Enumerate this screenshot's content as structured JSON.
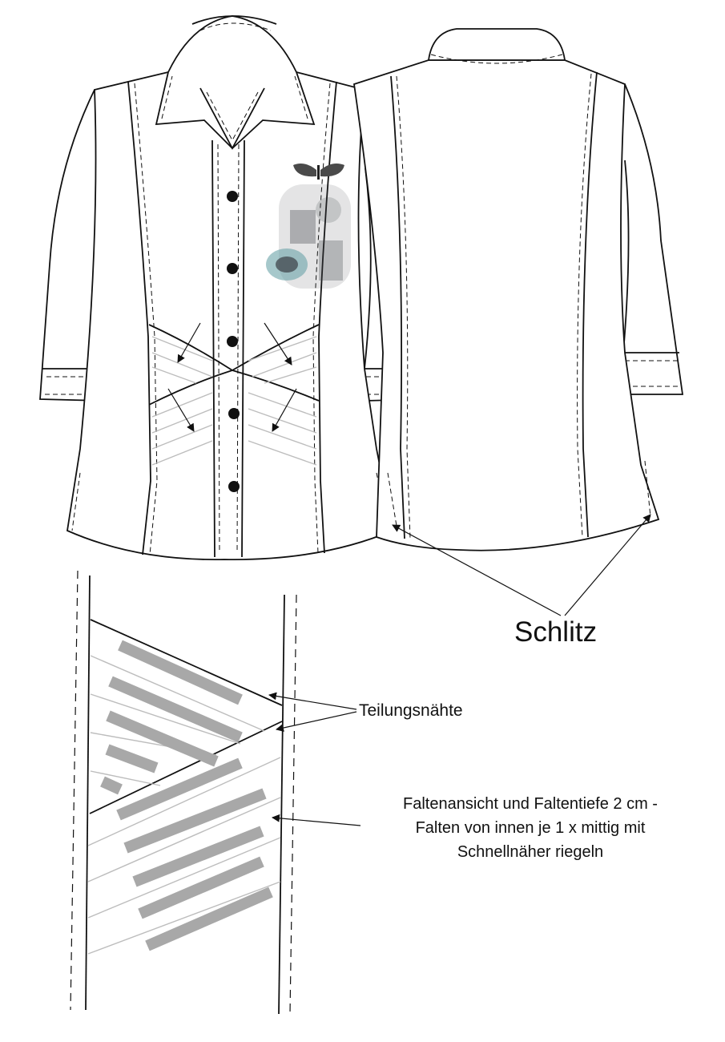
{
  "labels": {
    "slit": "Schlitz",
    "seams": "Teilungsnähte",
    "pleat_note": [
      "Faltenansicht und Faltentiefe 2 cm -",
      "Falten von innen je 1 x mittig mit",
      "Schnellnäher riegeln"
    ]
  },
  "front": {
    "buttons": 5
  },
  "colors": {
    "line": "#111111",
    "pleat_fill": "#a8a8a8",
    "pleat_line": "#bdbdbd",
    "print_dark": "#3a3f44",
    "print_teal": "#6aa3a8"
  }
}
